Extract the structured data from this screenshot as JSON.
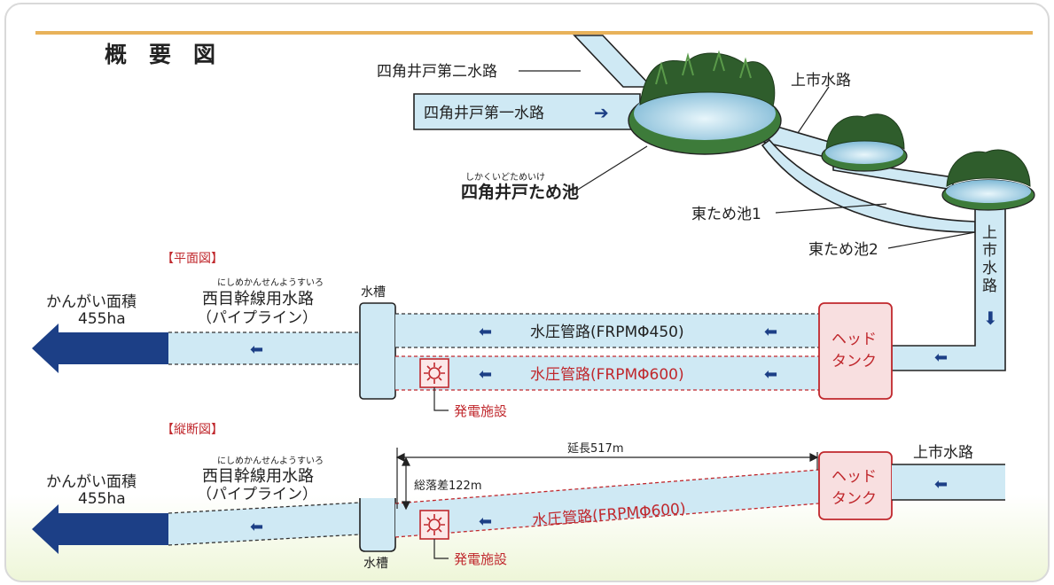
{
  "title": "概　要　図",
  "colors": {
    "water": "#cfe9f4",
    "arrow": "#1c3f86",
    "red": "#c0282d",
    "frame": "#e8b25a"
  },
  "top": {
    "channel2": "四角井戸第二水路",
    "channel1": "四角井戸第一水路",
    "kamiichi_channel": "上巿水路",
    "pond_ruby": "しかくいどためいけ",
    "pond_name": "四角井戸ため池",
    "east_pond1": "東ため池1",
    "east_pond2": "東ため池2",
    "kamiichi_vertical": "上巿水路"
  },
  "plan": {
    "section_label": "【平面図】",
    "area_label": "かんがい面積",
    "area_value": "455ha",
    "canal_ruby": "にしめかんせんようすいろ",
    "canal_name": "西目幹線用水路",
    "canal_sub": "（パイプライン）",
    "tank_label": "水槽",
    "pipe1": "水圧管路(FRPMΦ450)",
    "pipe2": "水圧管路(FRPMΦ600)",
    "headtank_line1": "ヘッド",
    "headtank_line2": "タンク",
    "power_plant": "発電施設"
  },
  "profile": {
    "section_label": "【縦断図】",
    "area_label": "かんがい面積",
    "area_value": "455ha",
    "canal_ruby": "にしめかんせんようすいろ",
    "canal_name": "西目幹線用水路",
    "canal_sub": "（パイプライン）",
    "length": "延長517m",
    "head_drop": "総落差122m",
    "pipe": "水圧管路(FRPMΦ600)",
    "headtank_line1": "ヘッド",
    "headtank_line2": "タンク",
    "kamiichi_channel": "上巿水路",
    "tank_label": "水槽",
    "power_plant": "発電施設"
  }
}
